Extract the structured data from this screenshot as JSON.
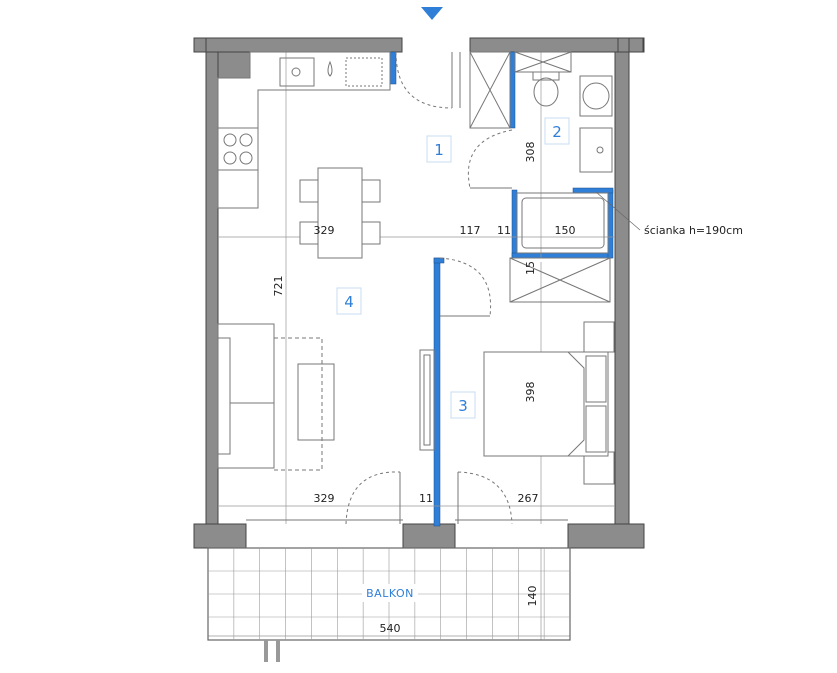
{
  "rooms": [
    {
      "id": "1",
      "label": "1"
    },
    {
      "id": "2",
      "label": "2"
    },
    {
      "id": "3",
      "label": "3"
    },
    {
      "id": "4",
      "label": "4"
    }
  ],
  "dimensions": {
    "d_329_top": "329",
    "d_117": "117",
    "d_11_top": "11",
    "d_150": "150",
    "d_308": "308",
    "d_15": "15",
    "d_721": "721",
    "d_398": "398",
    "d_329_bottom": "329",
    "d_11_bottom": "11",
    "d_267": "267",
    "d_140": "140",
    "d_540": "540"
  },
  "annotations": {
    "partition_note": "ścianka h=190cm",
    "balcony_label": "BALKON"
  },
  "colors": {
    "wall": "#8c8c8c",
    "wall_stroke": "#444444",
    "accent": "#2f7fd8",
    "fixture": "#777777",
    "dim_line": "#999999"
  }
}
